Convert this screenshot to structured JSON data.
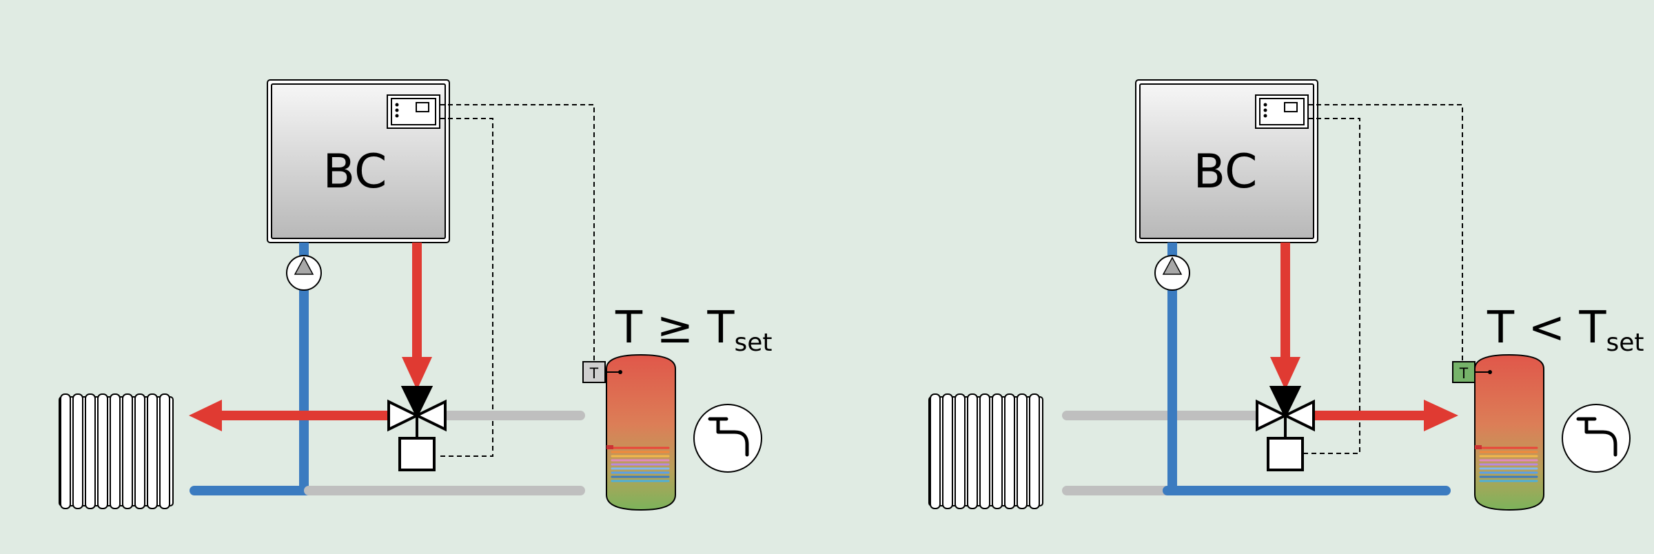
{
  "colors": {
    "background": "#e0ebe3",
    "hot": "#e03a32",
    "cold": "#3b7bc0",
    "idle": "#bfbfbf",
    "sensor_idle": "#cfcfcf",
    "sensor_active": "#76b36a"
  },
  "panels": [
    {
      "boiler_label": "BC",
      "condition": {
        "main": "T ≥ T",
        "subscript": "set"
      },
      "sensor_label": "T",
      "sensor_state": "idle",
      "flow_to": "radiator"
    },
    {
      "boiler_label": "BC",
      "condition": {
        "main": "T < T",
        "subscript": "set"
      },
      "sensor_label": "T",
      "sensor_state": "active",
      "flow_to": "tank"
    }
  ],
  "icons": [
    "boiler",
    "control-panel",
    "pump-icon",
    "three-way-valve-icon",
    "radiator-icon",
    "hot-water-tank",
    "faucet-icon",
    "temperature-sensor"
  ]
}
